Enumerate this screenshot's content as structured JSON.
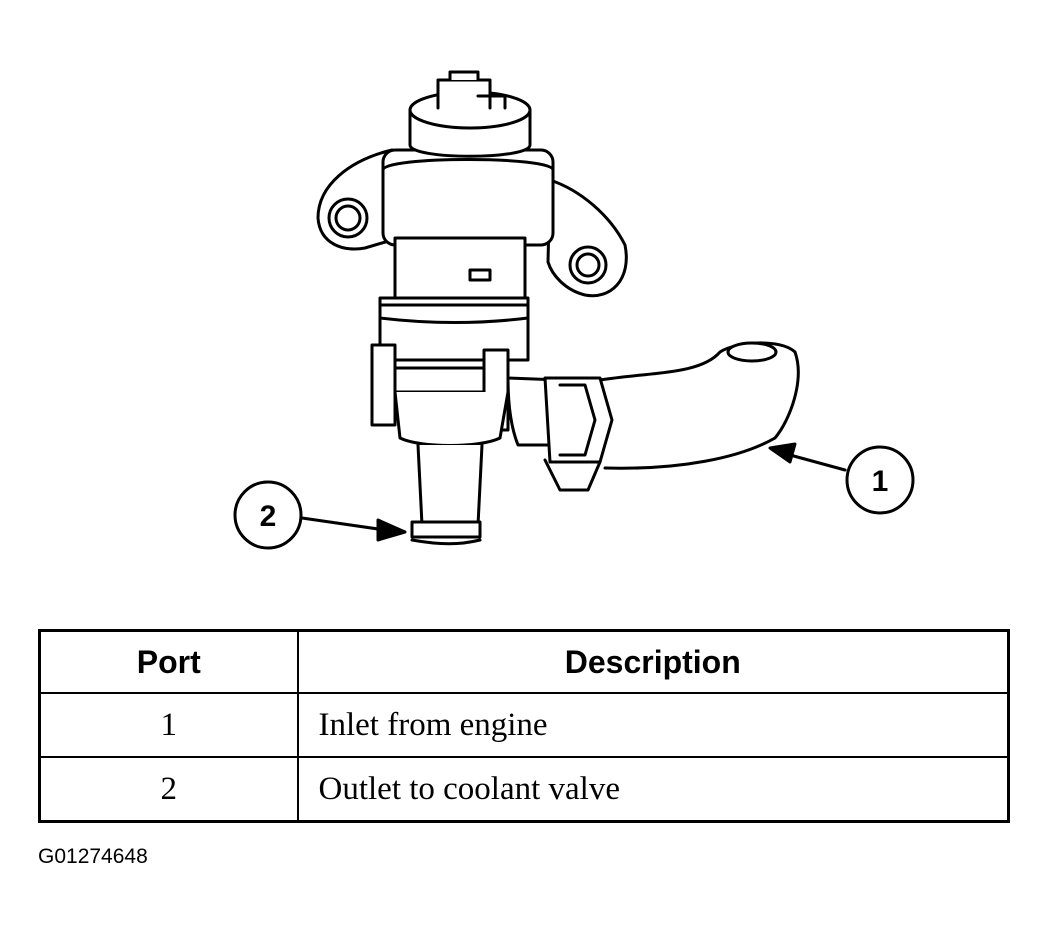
{
  "callouts": [
    {
      "label": "1"
    },
    {
      "label": "2"
    }
  ],
  "table": {
    "headers": {
      "port": "Port",
      "description": "Description"
    },
    "rows": [
      {
        "port": "1",
        "description": "Inlet from engine"
      },
      {
        "port": "2",
        "description": "Outlet to coolant valve"
      }
    ]
  },
  "figure_id": "G01274648"
}
